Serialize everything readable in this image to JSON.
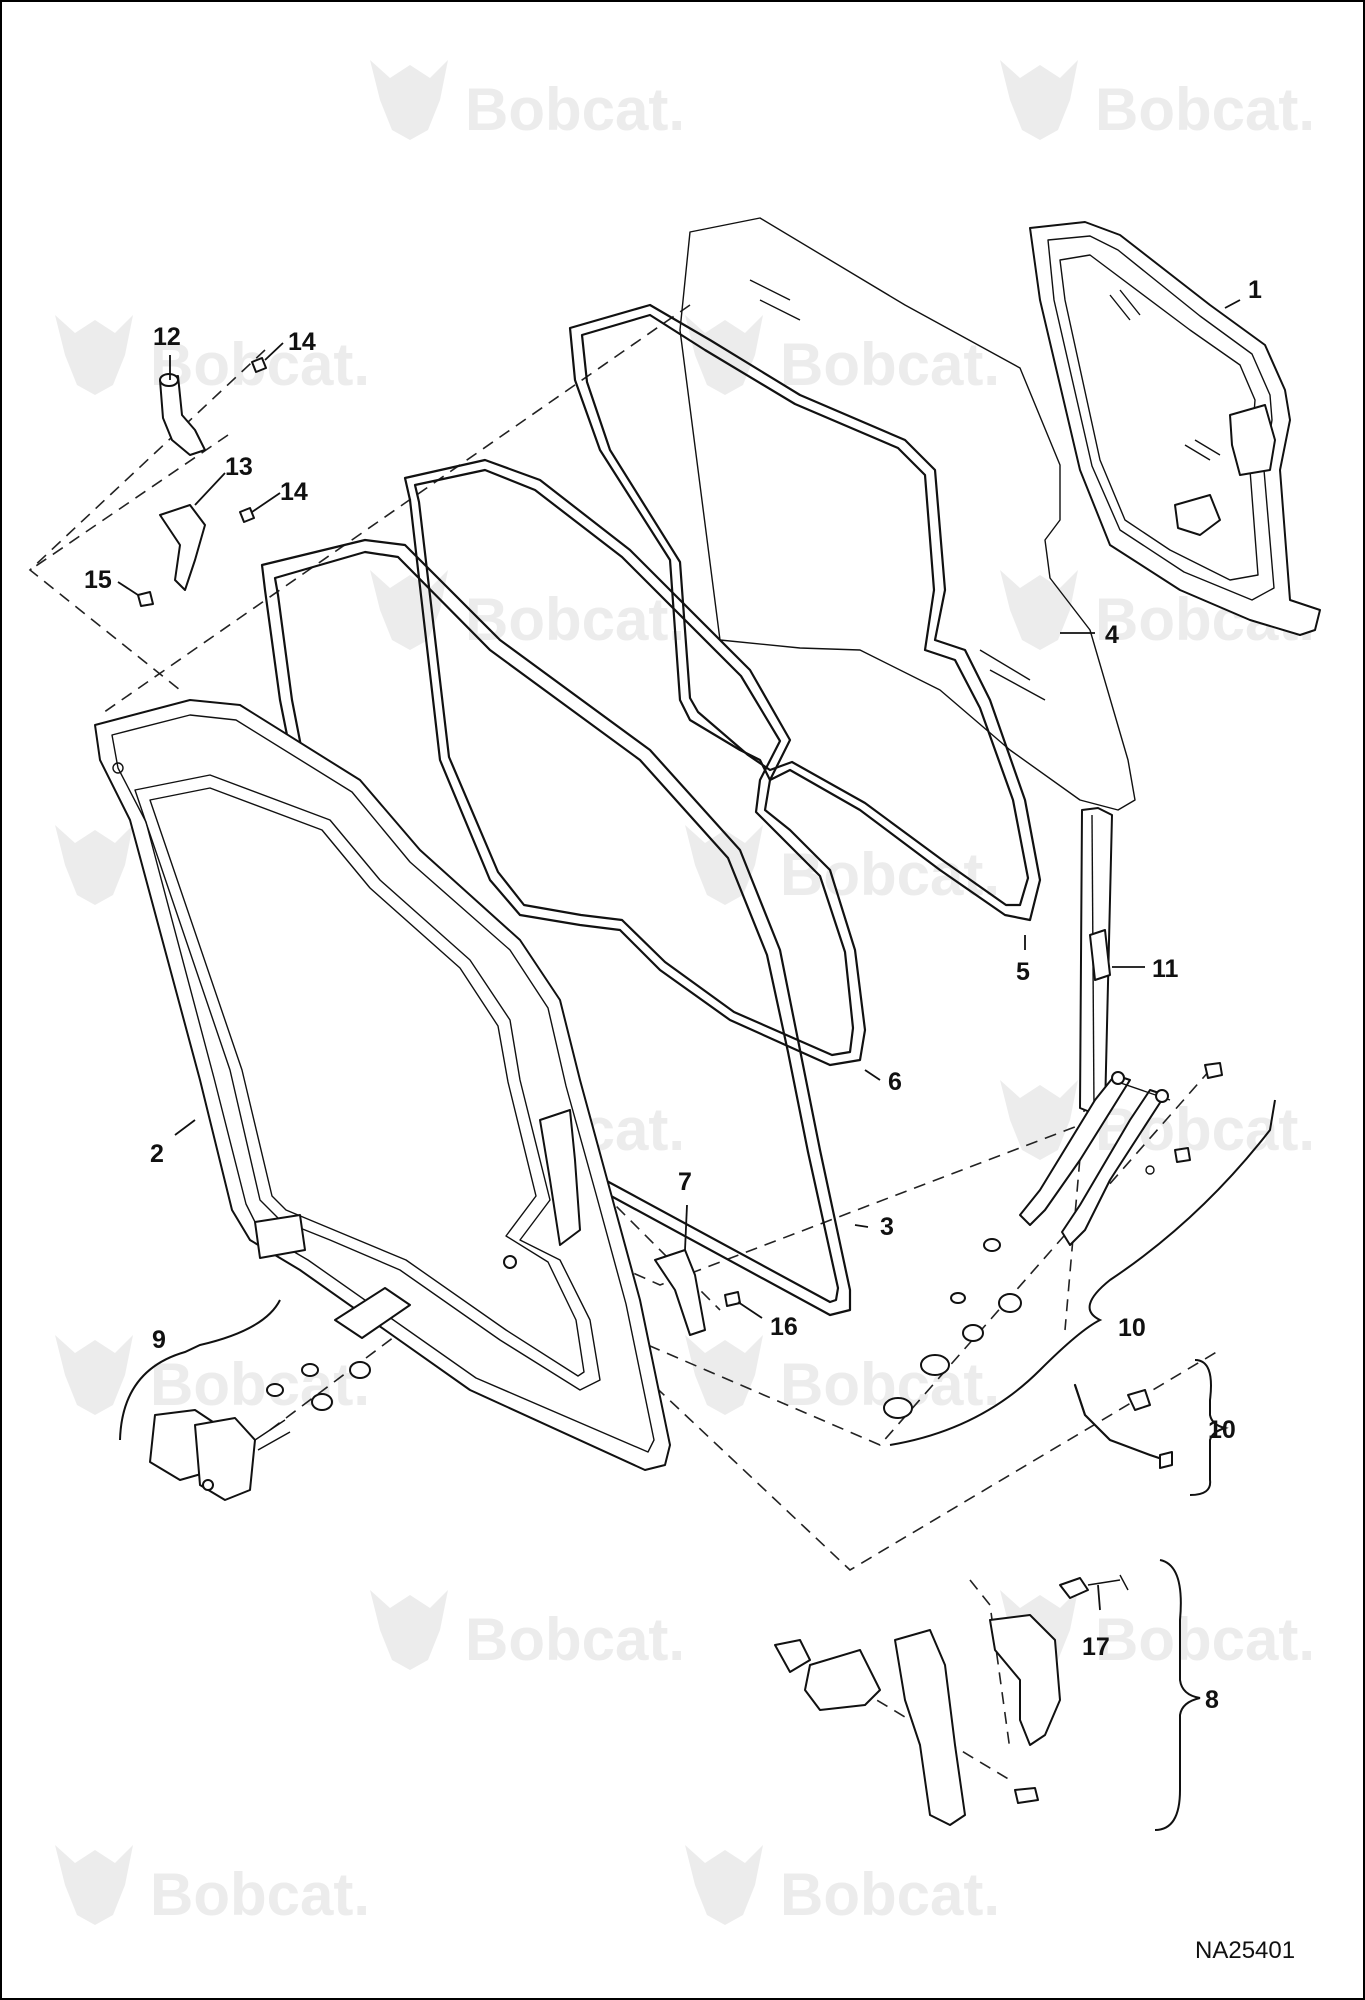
{
  "watermark": {
    "brand": "Bobcat."
  },
  "diagram": {
    "drawing_number": "NA25401",
    "callouts": {
      "c1": "1",
      "c2": "2",
      "c3": "3",
      "c4": "4",
      "c5": "5",
      "c6": "6",
      "c7": "7",
      "c8": "8",
      "c9": "9",
      "c10a": "10",
      "c10b": "10",
      "c11": "11",
      "c12": "12",
      "c13": "13",
      "c14a": "14",
      "c14b": "14",
      "c15": "15",
      "c16": "16",
      "c17": "17"
    }
  },
  "colors": {
    "line": "#111111",
    "watermark": "#ececec",
    "background": "#ffffff"
  }
}
